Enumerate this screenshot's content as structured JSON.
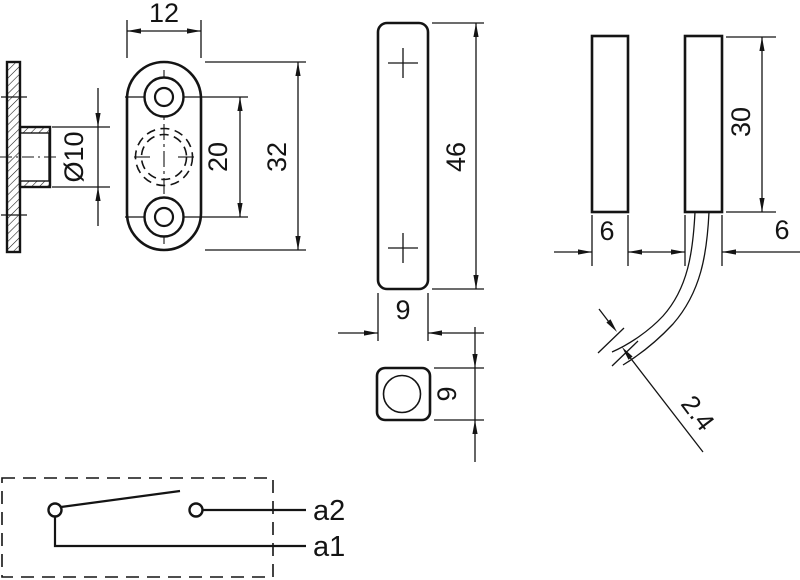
{
  "drawing": {
    "type": "technical-dimension-drawing",
    "background_color": "#ffffff",
    "line_color": "#141414",
    "dimensions": {
      "side_view": {
        "boss_diameter": "Ø10"
      },
      "mounting_plate": {
        "width": "12",
        "hole_spacing": "20",
        "height": "32"
      },
      "sensor_body": {
        "height": "46",
        "width": "9",
        "depth": "9"
      },
      "surface_pair": {
        "switch_height": "30",
        "magnet_width": "6",
        "switch_width": "6",
        "cable_diameter": "2.4"
      },
      "circuit": {
        "terminal_top": "a2",
        "terminal_bottom": "a1"
      }
    }
  }
}
